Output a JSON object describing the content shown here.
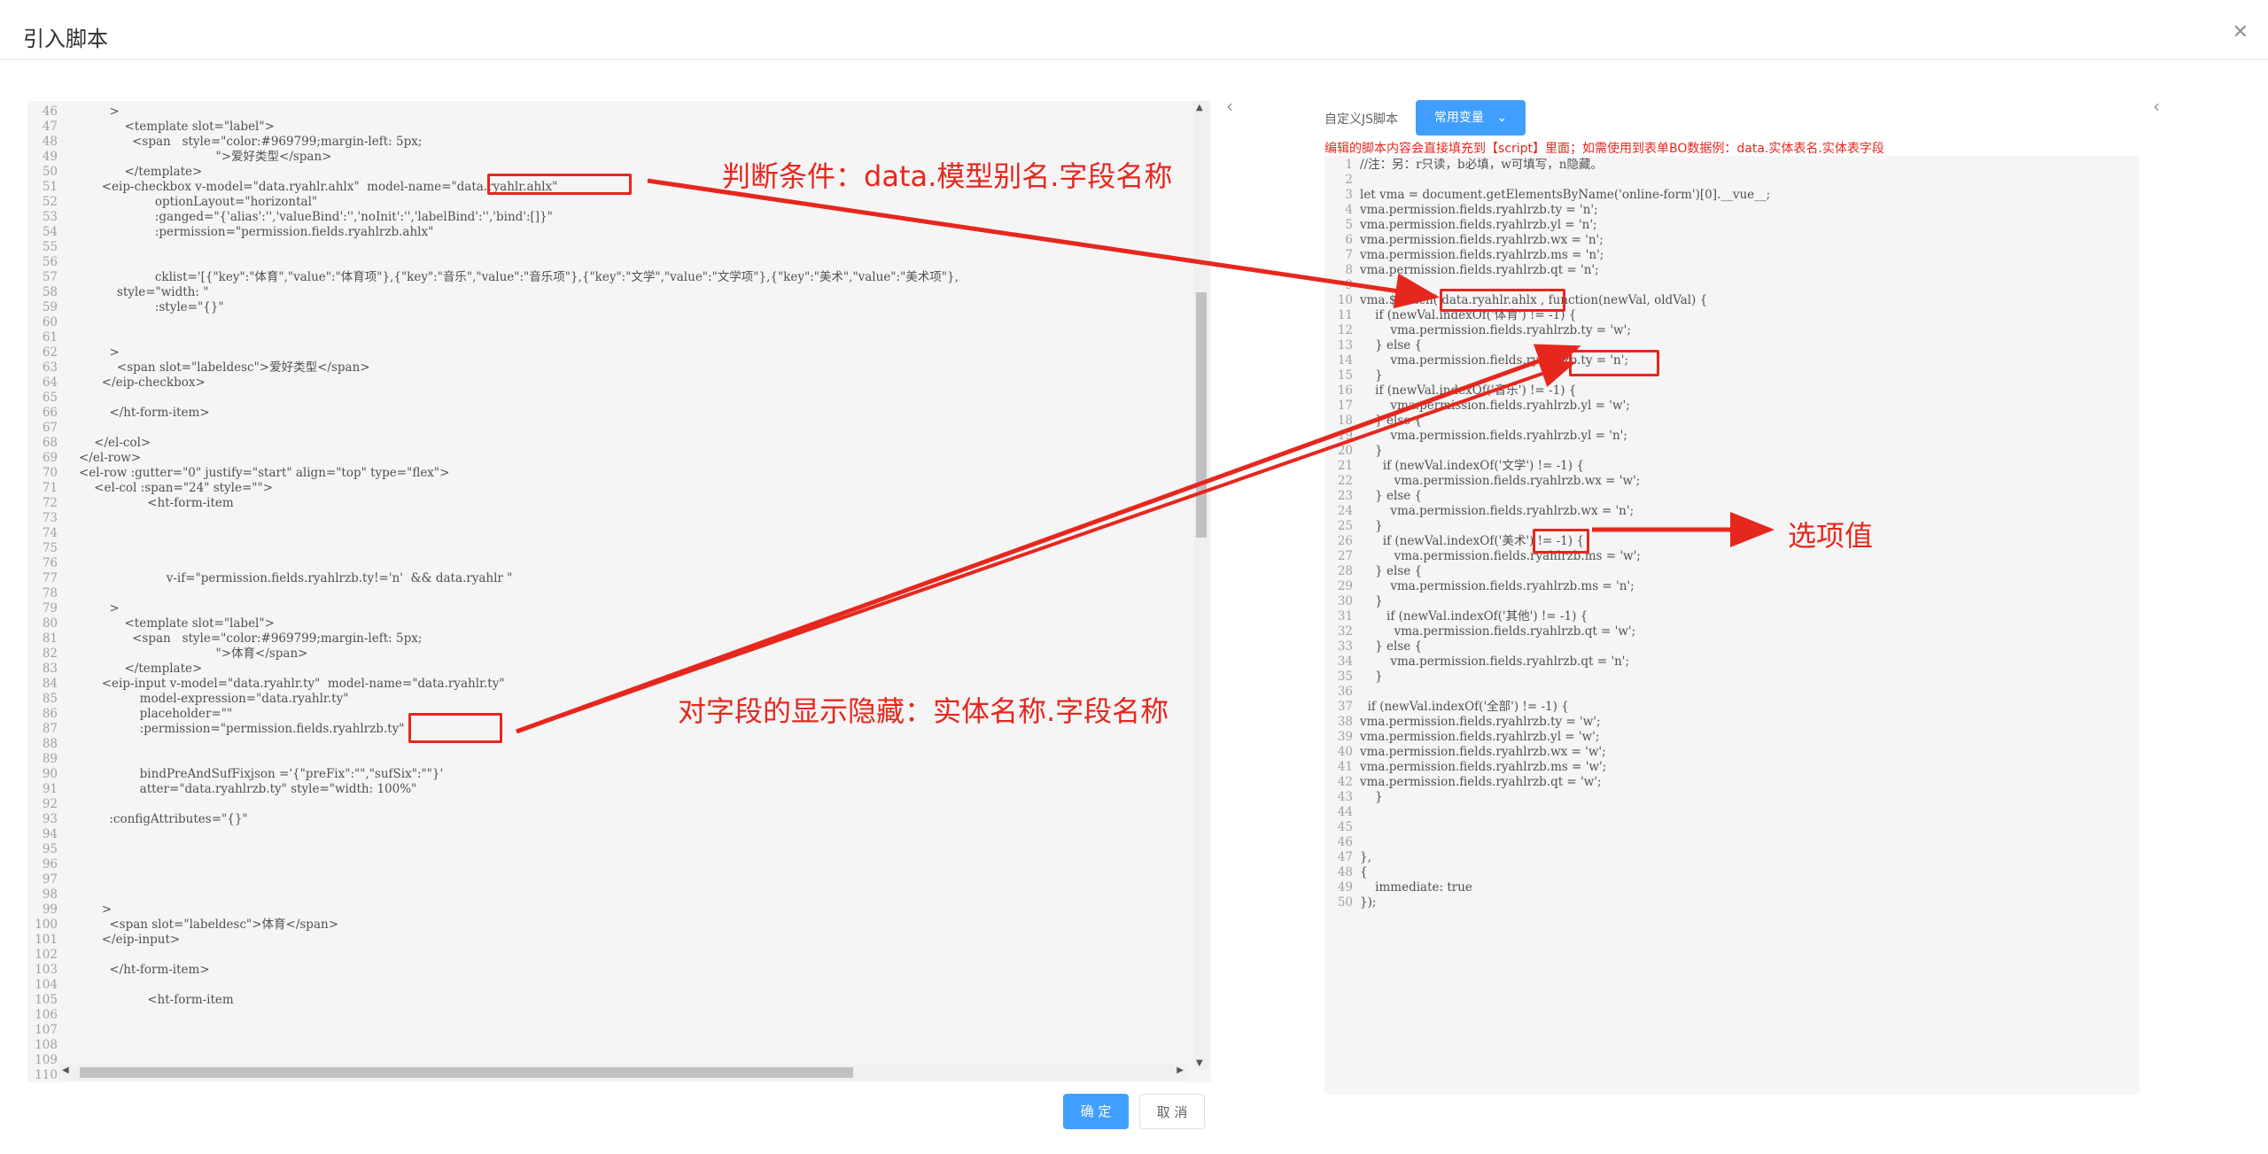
{
  "dialog": {
    "title": "引入脚本"
  },
  "left_code": [
    {
      "n": "46",
      "t": "        >"
    },
    {
      "n": "47",
      "t": "            <template slot=\"label\">"
    },
    {
      "n": "48",
      "t": "              <span   style=\"color:#969799;margin-left: 5px;"
    },
    {
      "n": "49",
      "t": "                                    \">爱好类型</span>"
    },
    {
      "n": "50",
      "t": "            </template>"
    },
    {
      "n": "51",
      "t": "      <eip-checkbox v-model=\"data.ryahlr.ahlx\"  model-name=\"data.ryahlr.ahlx\""
    },
    {
      "n": "52",
      "t": "                    optionLayout=\"horizontal\""
    },
    {
      "n": "53",
      "t": "                    :ganged=\"{'alias':'','valueBind':'','noInit':'','labelBind':'','bind':[]}\""
    },
    {
      "n": "54",
      "t": "                    :permission=\"permission.fields.ryahlrzb.ahlx\""
    },
    {
      "n": "55",
      "t": ""
    },
    {
      "n": "56",
      "t": ""
    },
    {
      "n": "57",
      "t": "                    cklist='[{\"key\":\"体育\",\"value\":\"体育项\"},{\"key\":\"音乐\",\"value\":\"音乐项\"},{\"key\":\"文学\",\"value\":\"文学项\"},{\"key\":\"美术\",\"value\":\"美术项\"},"
    },
    {
      "n": "58",
      "t": "          style=\"width: \""
    },
    {
      "n": "59",
      "t": "                    :style=\"{}\""
    },
    {
      "n": "60",
      "t": ""
    },
    {
      "n": "61",
      "t": ""
    },
    {
      "n": "62",
      "t": "        >"
    },
    {
      "n": "63",
      "t": "          <span slot=\"labeldesc\">爱好类型</span>"
    },
    {
      "n": "64",
      "t": "      </eip-checkbox>"
    },
    {
      "n": "65",
      "t": ""
    },
    {
      "n": "66",
      "t": "        </ht-form-item>"
    },
    {
      "n": "67",
      "t": ""
    },
    {
      "n": "68",
      "t": "    </el-col>"
    },
    {
      "n": "69",
      "t": "</el-row>"
    },
    {
      "n": "70",
      "t": "<el-row :gutter=\"0\" justify=\"start\" align=\"top\" type=\"flex\">"
    },
    {
      "n": "71",
      "t": "    <el-col :span=\"24\" style=\"\">"
    },
    {
      "n": "72",
      "t": "                  <ht-form-item"
    },
    {
      "n": "73",
      "t": ""
    },
    {
      "n": "74",
      "t": ""
    },
    {
      "n": "75",
      "t": ""
    },
    {
      "n": "76",
      "t": ""
    },
    {
      "n": "77",
      "t": "                       v-if=\"permission.fields.ryahlrzb.ty!='n'  && data.ryahlr \""
    },
    {
      "n": "78",
      "t": ""
    },
    {
      "n": "79",
      "t": "        >"
    },
    {
      "n": "80",
      "t": "            <template slot=\"label\">"
    },
    {
      "n": "81",
      "t": "              <span   style=\"color:#969799;margin-left: 5px;"
    },
    {
      "n": "82",
      "t": "                                    \">体育</span>"
    },
    {
      "n": "83",
      "t": "            </template>"
    },
    {
      "n": "84",
      "t": "      <eip-input v-model=\"data.ryahlr.ty\"  model-name=\"data.ryahlr.ty\""
    },
    {
      "n": "85",
      "t": "                model-expression=\"data.ryahlr.ty\""
    },
    {
      "n": "86",
      "t": "                placeholder=\"\""
    },
    {
      "n": "87",
      "t": "                :permission=\"permission.fields.ryahlrzb.ty\""
    },
    {
      "n": "88",
      "t": ""
    },
    {
      "n": "89",
      "t": ""
    },
    {
      "n": "90",
      "t": "                bindPreAndSufFixjson ='{\"preFix\":\"\",\"sufSix\":\"\"}'"
    },
    {
      "n": "91",
      "t": "                atter=\"data.ryahlrzb.ty\" style=\"width: 100%\""
    },
    {
      "n": "92",
      "t": ""
    },
    {
      "n": "93",
      "t": "        :configAttributes=\"{}\""
    },
    {
      "n": "94",
      "t": ""
    },
    {
      "n": "95",
      "t": ""
    },
    {
      "n": "96",
      "t": ""
    },
    {
      "n": "97",
      "t": ""
    },
    {
      "n": "98",
      "t": ""
    },
    {
      "n": "99",
      "t": "      >"
    },
    {
      "n": "100",
      "t": "        <span slot=\"labeldesc\">体育</span>"
    },
    {
      "n": "101",
      "t": "      </eip-input>"
    },
    {
      "n": "102",
      "t": ""
    },
    {
      "n": "103",
      "t": "        </ht-form-item>"
    },
    {
      "n": "104",
      "t": ""
    },
    {
      "n": "105",
      "t": "                  <ht-form-item"
    },
    {
      "n": "106",
      "t": ""
    },
    {
      "n": "107",
      "t": ""
    },
    {
      "n": "108",
      "t": ""
    },
    {
      "n": "109",
      "t": ""
    },
    {
      "n": "110",
      "t": ""
    }
  ],
  "right_panel": {
    "label": "自定义JS脚本",
    "button": "常用变量",
    "hint": "编辑的脚本内容会直接填充到【script】里面；如需使用到表单BO数据例：data.实体表名.实体表字段"
  },
  "right_code": [
    {
      "n": "1",
      "t": "//注：另：r只读，b必填，w可填写，n隐藏。"
    },
    {
      "n": "2",
      "t": ""
    },
    {
      "n": "3",
      "t": "let vma = document.getElementsByName('online-form')[0].__vue__;"
    },
    {
      "n": "4",
      "t": "vma.permission.fields.ryahlrzb.ty = 'n';"
    },
    {
      "n": "5",
      "t": "vma.permission.fields.ryahlrzb.yl = 'n';"
    },
    {
      "n": "6",
      "t": "vma.permission.fields.ryahlrzb.wx = 'n';"
    },
    {
      "n": "7",
      "t": "vma.permission.fields.ryahlrzb.ms = 'n';"
    },
    {
      "n": "8",
      "t": "vma.permission.fields.ryahlrzb.qt = 'n';"
    },
    {
      "n": "9",
      "t": ""
    },
    {
      "n": "10",
      "t": "vma.$watch( data.ryahlr.ahlx , function(newVal, oldVal) {"
    },
    {
      "n": "11",
      "t": "    if (newVal.indexOf('体育') != -1) {"
    },
    {
      "n": "12",
      "t": "        vma.permission.fields.ryahlrzb.ty = 'w';"
    },
    {
      "n": "13",
      "t": "    } else {"
    },
    {
      "n": "14",
      "t": "        vma.permission.fields.ryahlrzb.ty = 'n';"
    },
    {
      "n": "15",
      "t": "    }"
    },
    {
      "n": "16",
      "t": "    if (newVal.indexOf('音乐') != -1) {"
    },
    {
      "n": "17",
      "t": "        vma.permission.fields.ryahlrzb.yl = 'w';"
    },
    {
      "n": "18",
      "t": "    } else {"
    },
    {
      "n": "19",
      "t": "        vma.permission.fields.ryahlrzb.yl = 'n';"
    },
    {
      "n": "20",
      "t": "    }"
    },
    {
      "n": "21",
      "t": "      if (newVal.indexOf('文学') != -1) {"
    },
    {
      "n": "22",
      "t": "         vma.permission.fields.ryahlrzb.wx = 'w';"
    },
    {
      "n": "23",
      "t": "    } else {"
    },
    {
      "n": "24",
      "t": "        vma.permission.fields.ryahlrzb.wx = 'n';"
    },
    {
      "n": "25",
      "t": "    }"
    },
    {
      "n": "26",
      "t": "      if (newVal.indexOf('美术') != -1) {"
    },
    {
      "n": "27",
      "t": "         vma.permission.fields.ryahlrzb.ms = 'w';"
    },
    {
      "n": "28",
      "t": "    } else {"
    },
    {
      "n": "29",
      "t": "        vma.permission.fields.ryahlrzb.ms = 'n';"
    },
    {
      "n": "30",
      "t": "    }"
    },
    {
      "n": "31",
      "t": "       if (newVal.indexOf('其他') != -1) {"
    },
    {
      "n": "32",
      "t": "         vma.permission.fields.ryahlrzb.qt = 'w';"
    },
    {
      "n": "33",
      "t": "    } else {"
    },
    {
      "n": "34",
      "t": "        vma.permission.fields.ryahlrzb.qt = 'n';"
    },
    {
      "n": "35",
      "t": "    }"
    },
    {
      "n": "36",
      "t": ""
    },
    {
      "n": "37",
      "t": "  if (newVal.indexOf('全部') != -1) {"
    },
    {
      "n": "38",
      "t": "vma.permission.fields.ryahlrzb.ty = 'w';"
    },
    {
      "n": "39",
      "t": "vma.permission.fields.ryahlrzb.yl = 'w';"
    },
    {
      "n": "40",
      "t": "vma.permission.fields.ryahlrzb.wx = 'w';"
    },
    {
      "n": "41",
      "t": "vma.permission.fields.ryahlrzb.ms = 'w';"
    },
    {
      "n": "42",
      "t": "vma.permission.fields.ryahlrzb.qt = 'w';"
    },
    {
      "n": "43",
      "t": "    }"
    },
    {
      "n": "44",
      "t": ""
    },
    {
      "n": "45",
      "t": ""
    },
    {
      "n": "46",
      "t": ""
    },
    {
      "n": "47",
      "t": "},"
    },
    {
      "n": "48",
      "t": "{"
    },
    {
      "n": "49",
      "t": "    immediate: true"
    },
    {
      "n": "50",
      "t": "});"
    }
  ],
  "annotations": {
    "condition": "判断条件：data.模型别名.字段名称",
    "visibility": "对字段的显示隐藏：实体名称.字段名称",
    "option_value": "选项值"
  },
  "footer": {
    "ok": "确 定",
    "cancel": "取 消"
  },
  "colors": {
    "accent": "#409eff",
    "annotation": "#e6271e"
  }
}
